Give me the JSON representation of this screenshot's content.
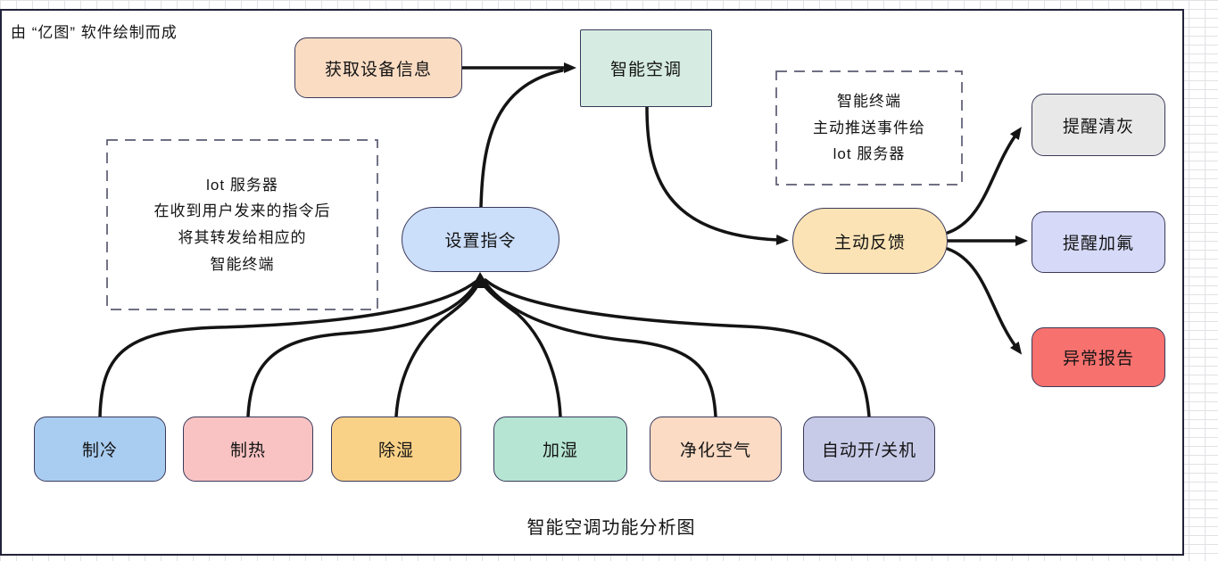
{
  "watermark": "由 “亿图” 软件绘制而成",
  "caption": "智能空调功能分析图",
  "colors": {
    "edge": "#141414",
    "node_border": "#3a3a5a",
    "dashed_border": "#5b5b73",
    "page_border": "#22223a"
  },
  "nodes": {
    "fetch_info": {
      "label": "获取设备信息",
      "fill": "#fadcc3"
    },
    "smart_ac": {
      "label": "智能空调",
      "fill": "#d6ece2"
    },
    "set_command": {
      "label": "设置指令",
      "fill": "#cbdefa"
    },
    "active_feedback": {
      "label": "主动反馈",
      "fill": "#fce3b5"
    },
    "remind_clean": {
      "label": "提醒清灰",
      "fill": "#e8e8e8"
    },
    "remind_fluoride": {
      "label": "提醒加氟",
      "fill": "#d6daf8"
    },
    "abnormal_report": {
      "label": "异常报告",
      "fill": "#f7716e"
    },
    "cooling": {
      "label": "制冷",
      "fill": "#a9cdf1"
    },
    "heating": {
      "label": "制热",
      "fill": "#f9c3c3"
    },
    "dehumidify": {
      "label": "除湿",
      "fill": "#fad287"
    },
    "humidify": {
      "label": "加湿",
      "fill": "#b6e6d3"
    },
    "purify": {
      "label": "净化空气",
      "fill": "#fbdbc4"
    },
    "auto_power": {
      "label": "自动开/关机",
      "fill": "#c8cbe8"
    }
  },
  "notes": {
    "iot_server": {
      "lines": [
        "lot 服务器",
        "在收到用户发来的指令后",
        "将其转发给相应的",
        "智能终端"
      ]
    },
    "smart_terminal": {
      "lines": [
        "智能终端",
        "主动推送事件给",
        "lot 服务器"
      ]
    }
  },
  "edges": [
    {
      "from": "获取设备信息",
      "to": "智能空调"
    },
    {
      "from": "设置指令",
      "to": "智能空调"
    },
    {
      "from": "智能空调",
      "to": "主动反馈"
    },
    {
      "from": "主动反馈",
      "to": "提醒清灰"
    },
    {
      "from": "主动反馈",
      "to": "提醒加氟"
    },
    {
      "from": "主动反馈",
      "to": "异常报告"
    },
    {
      "from": "制冷",
      "to": "设置指令"
    },
    {
      "from": "制热",
      "to": "设置指令"
    },
    {
      "from": "除湿",
      "to": "设置指令"
    },
    {
      "from": "加湿",
      "to": "设置指令"
    },
    {
      "from": "净化空气",
      "to": "设置指令"
    },
    {
      "from": "自动开/关机",
      "to": "设置指令"
    }
  ]
}
